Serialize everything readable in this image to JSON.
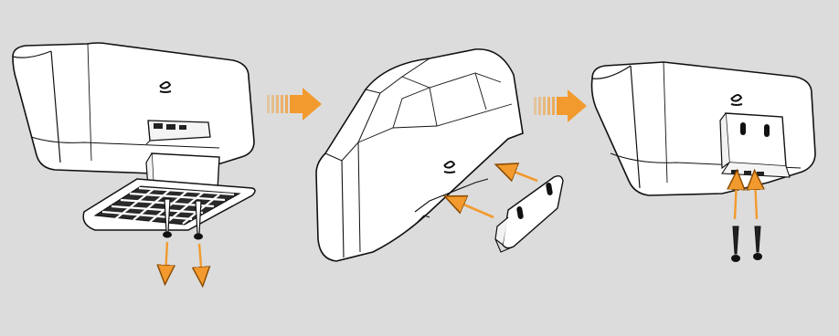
{
  "figure": {
    "background": "#dcdcdc",
    "accent": "#f29a2e",
    "line_color": "#111111",
    "device_fill": "#ffffff",
    "steps": [
      {
        "name": "step-1",
        "action": "remove-screws-and-grille"
      },
      {
        "name": "step-2",
        "action": "slide-on-bracket"
      },
      {
        "name": "step-3",
        "action": "insert-screws"
      }
    ],
    "icons": [
      "right-arrow-icon",
      "brand-logo-icon",
      "screw-icon",
      "insert-arrow-icon"
    ]
  }
}
